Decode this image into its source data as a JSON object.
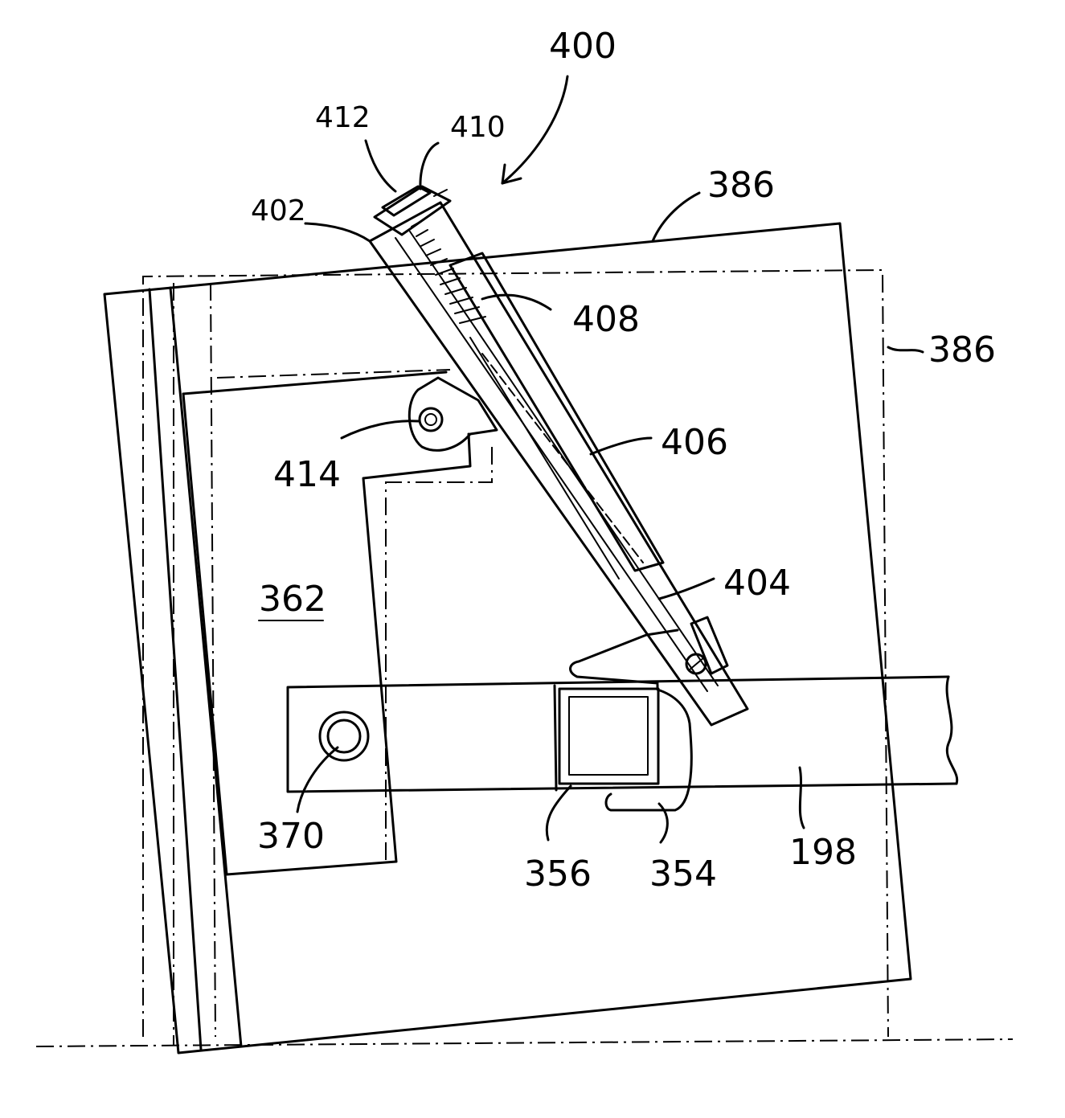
{
  "labels": {
    "l400": "400",
    "l412": "412",
    "l410": "410",
    "l402": "402",
    "l386_top": "386",
    "l386_right": "386",
    "l408": "408",
    "l406": "406",
    "l414": "414",
    "l404": "404",
    "l362": "362",
    "l370": "370",
    "l356": "356",
    "l354": "354",
    "l198": "198"
  }
}
